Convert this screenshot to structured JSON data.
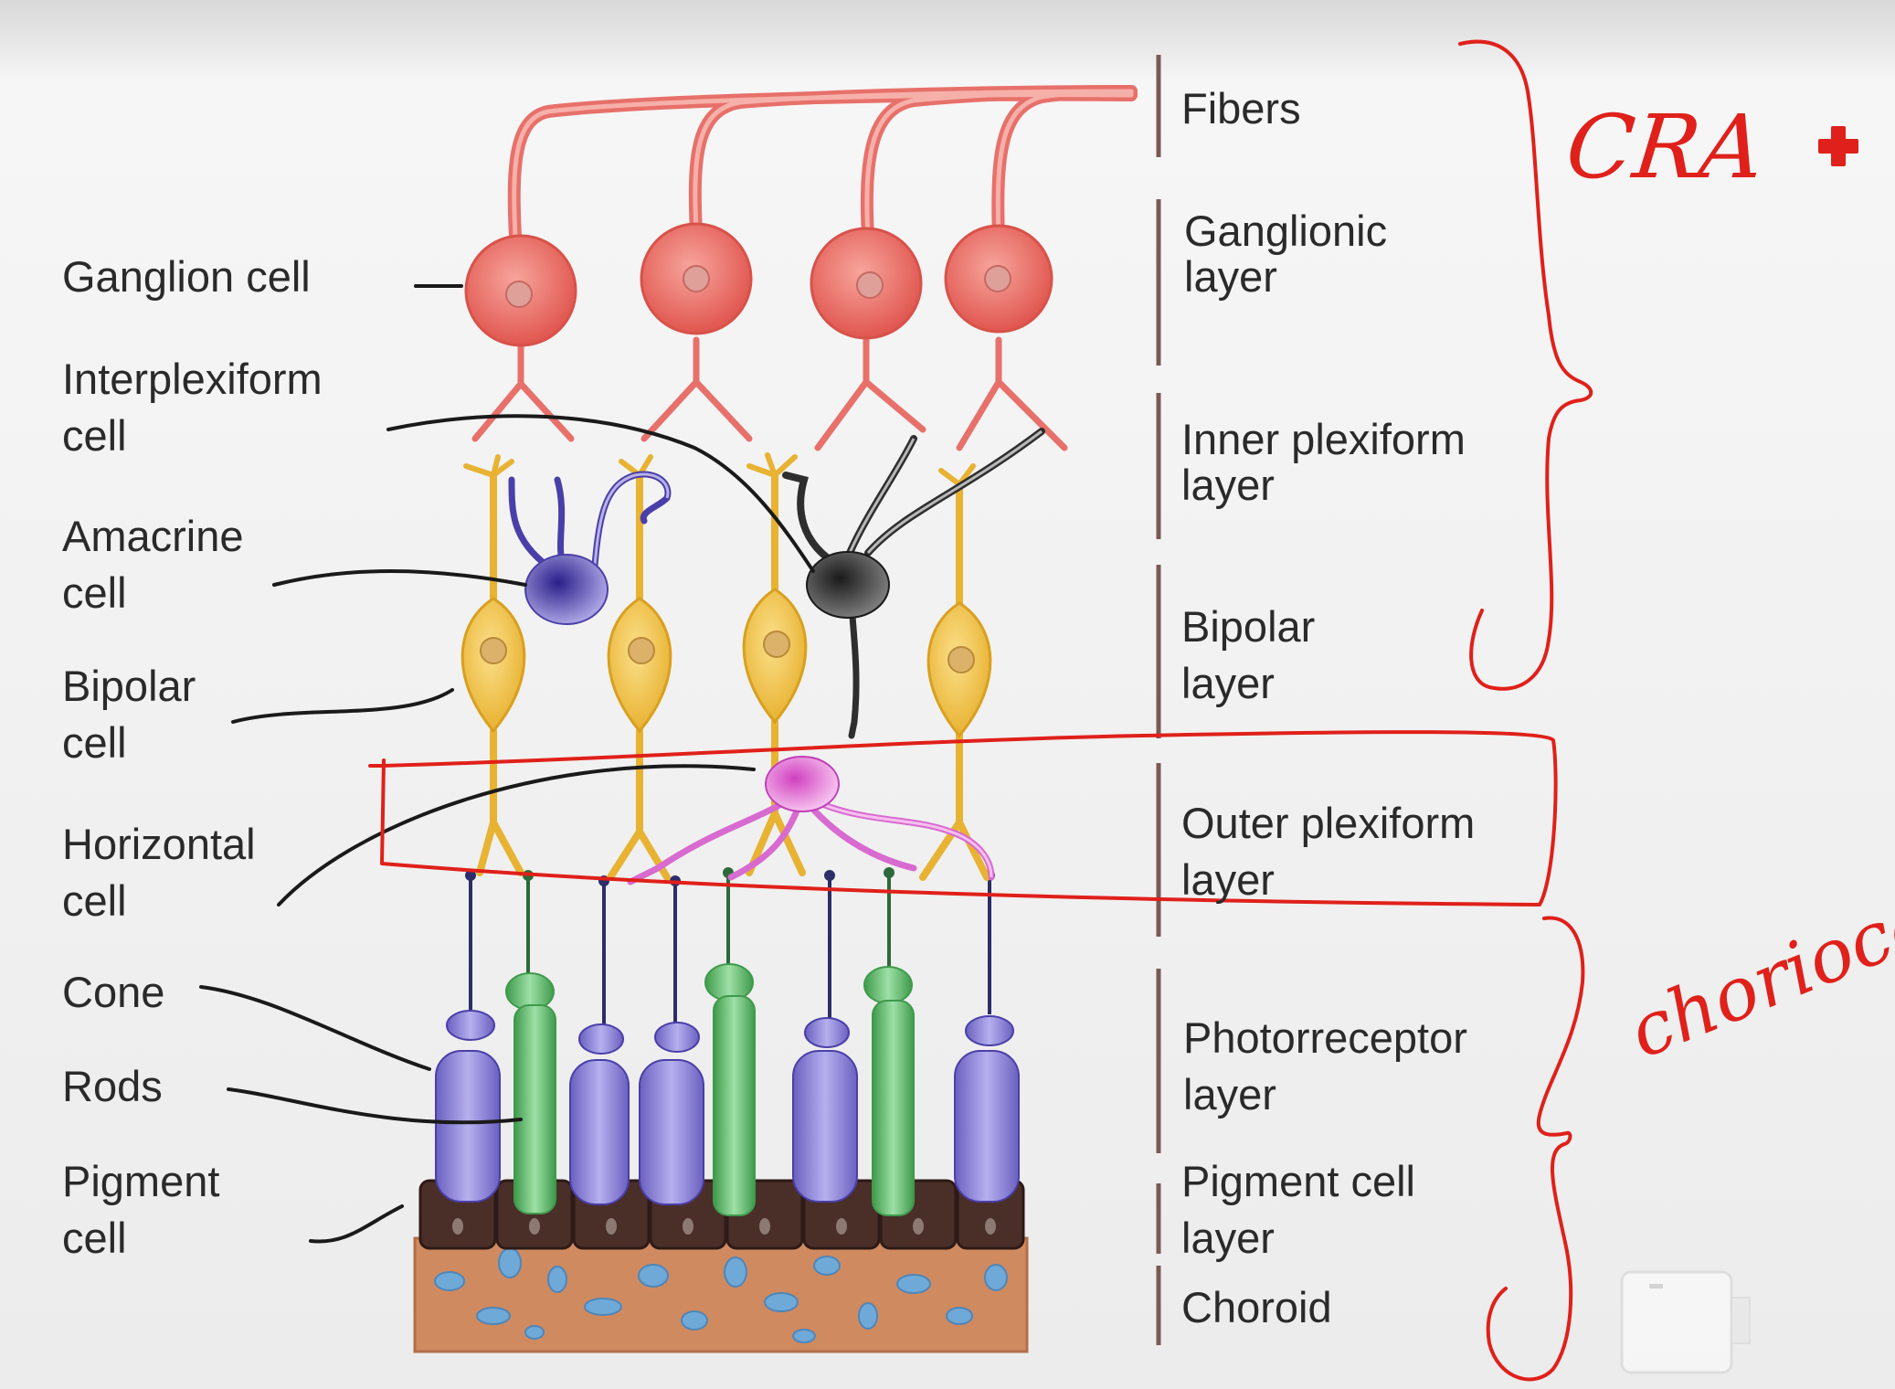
{
  "cell_labels": {
    "ganglion": "Ganglion cell",
    "interplexiform": "Interplexiform\ncell",
    "amacrine": "Amacrine\ncell",
    "bipolar": "Bipolar\ncell",
    "horizontal": "Horizontal\ncell",
    "cone": "Cone",
    "rods": "Rods",
    "pigment": "Pigment\ncell"
  },
  "layer_labels": {
    "fibers": "Fibers",
    "ganglionic": "Ganglionic\nlayer",
    "inner_plexiform": "Inner plexiform\nlayer",
    "bipolar": "Bipolar\nlayer",
    "outer_plexiform": "Outer plexiform\nlayer",
    "photoreceptor": "Photorreceptor\nlayer",
    "pigment_cell": "Pigment cell\nlayer",
    "choroid": "Choroid"
  },
  "annotations": {
    "upper_brace": "CRA",
    "lower_brace": "choriocap"
  },
  "colors": {
    "ganglion": "#e8706a",
    "bipolar": "#f0c24a",
    "amacrine": "#4a3fa8",
    "interplexiform": "#2e2e2e",
    "horizontal": "#e070d0",
    "cone": "#7f78d0",
    "rod": "#5fb86a",
    "pigment": "#4a2e28",
    "choroid": "#d08a60",
    "annotation": "#e0201a"
  },
  "icons": [
    "red-cross-icon",
    "screen-recorder-watermark-icon"
  ]
}
